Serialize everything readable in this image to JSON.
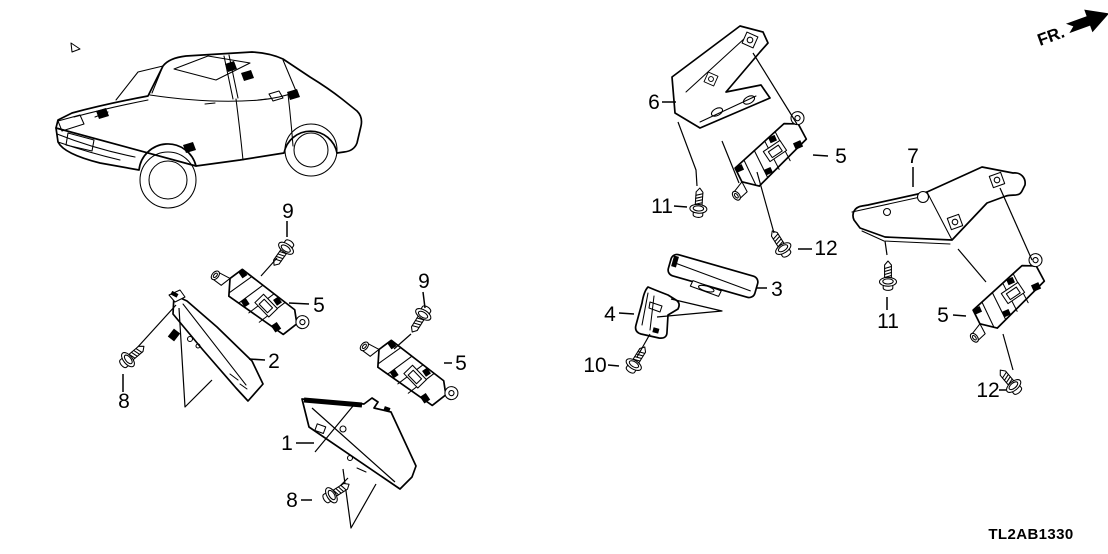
{
  "diagram": {
    "code": "TL2AB1330",
    "direction_label": "FR.",
    "background_color": "#ffffff",
    "line_color": "#000000"
  },
  "callouts": [
    {
      "number": "9",
      "part": "screw-upper"
    },
    {
      "number": "5",
      "part": "tpms-initiator-a"
    },
    {
      "number": "2",
      "part": "bracket-a"
    },
    {
      "number": "8",
      "part": "bolt-a"
    },
    {
      "number": "9",
      "part": "screw-mid"
    },
    {
      "number": "5",
      "part": "tpms-initiator-b"
    },
    {
      "number": "1",
      "part": "tpms-unit"
    },
    {
      "number": "8",
      "part": "bolt-b"
    },
    {
      "number": "6",
      "part": "bracket-front"
    },
    {
      "number": "5",
      "part": "tpms-initiator-c"
    },
    {
      "number": "11",
      "part": "bolt-c"
    },
    {
      "number": "12",
      "part": "screw-c"
    },
    {
      "number": "3",
      "part": "cover"
    },
    {
      "number": "4",
      "part": "bracket-b"
    },
    {
      "number": "10",
      "part": "bolt-d"
    },
    {
      "number": "7",
      "part": "bracket-rear"
    },
    {
      "number": "11",
      "part": "bolt-e"
    },
    {
      "number": "5",
      "part": "tpms-initiator-d"
    },
    {
      "number": "12",
      "part": "screw-d"
    }
  ]
}
